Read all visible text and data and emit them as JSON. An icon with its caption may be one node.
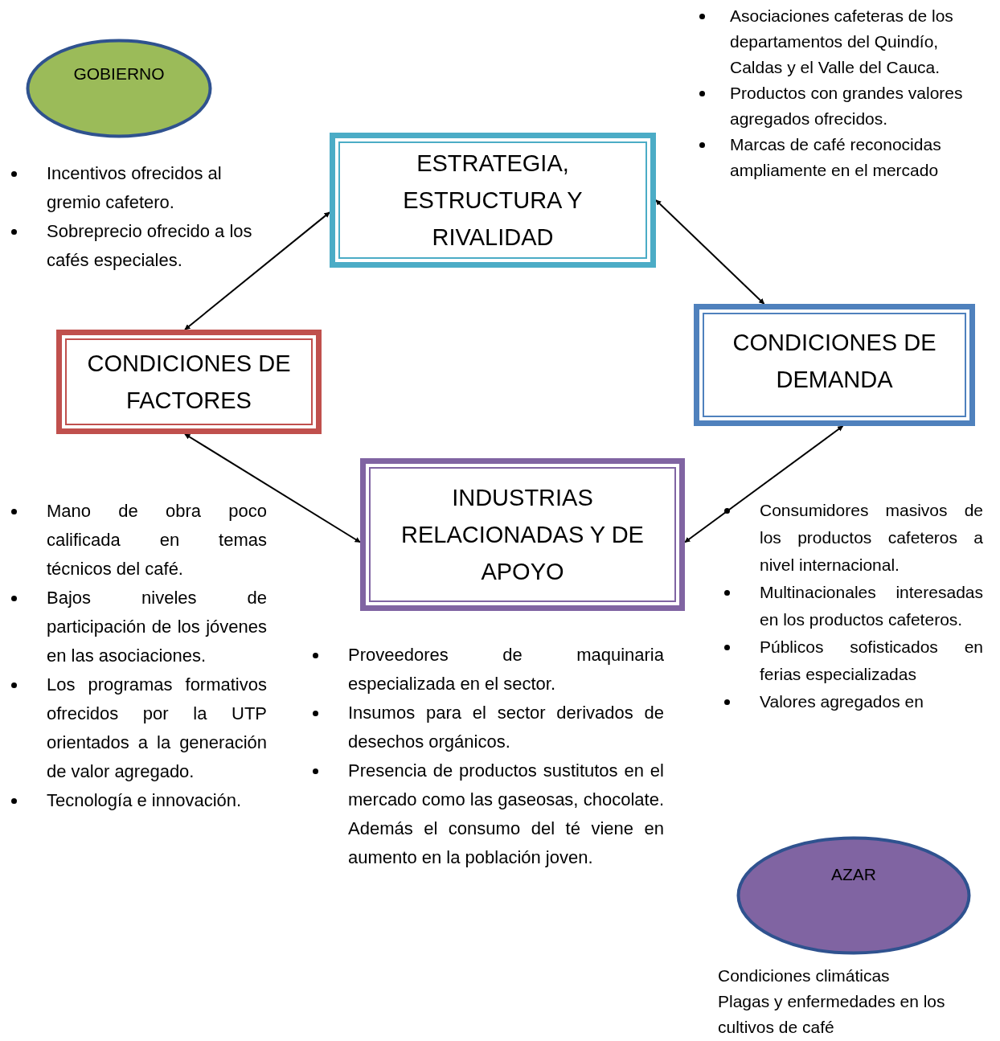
{
  "diagram": {
    "nodes": [
      {
        "text": [
          "GOBIERNO"
        ]
      },
      {
        "text": [
          "ESTRATEGIA, ESTRUCTURA Y RIVALIDAD"
        ]
      },
      {
        "text": [
          "CONDICIONES DE FACTORES"
        ]
      },
      {
        "text": [
          "CONDICIONES DE DEMANDA"
        ]
      },
      {
        "text": [
          "INDUSTRIAS RELACIONADAS Y DE APOYO"
        ]
      },
      {
        "text": [
          "AZAR"
        ]
      }
    ],
    "edges": [
      {
        "from": 1,
        "to": 2,
        "arrow": "both"
      },
      {
        "from": 1,
        "to": 3,
        "arrow": "both"
      },
      {
        "from": 2,
        "to": 4,
        "arrow": "both"
      },
      {
        "from": 3,
        "to": 4,
        "arrow": "both"
      }
    ],
    "labels": [
      "Asociaciones cafeteras de los departamentos del Quindío, Caldas y el Valle del Cauca.",
      "Productos con grandes valores agregados ofrecidos.",
      "Marcas de café reconocidas ampliamente en el mercado",
      "Incentivos ofrecidos al gremio cafetero.",
      "Sobreprecio ofrecido a los cafés especiales.",
      "Mano de obra poco calificada en temas técnicos del café.",
      "Bajos niveles de participación de los jóvenes en las asociaciones.",
      "Los programas formativos ofrecidos por la UTP orientados a la generación de valor agregado.",
      "Tecnología e innovación.",
      "Proveedores de maquinaria especializada en el sector.",
      "Insumos para el sector derivados de desechos orgánicos.",
      "Presencia de productos sustitutos en el mercado como las gaseosas, chocolate. Además el consumo del té viene en aumento en la población joven.",
      "Consumidores masivos de los productos cafeteros a nivel internacional.",
      "Multinacionales interesadas en los productos cafeteros.",
      "Públicos sofisticados en ferias especializadas",
      "Valores agregados en",
      "Condiciones climáticas",
      "Plagas y enfermedades en los cultivos de café"
    ]
  }
}
